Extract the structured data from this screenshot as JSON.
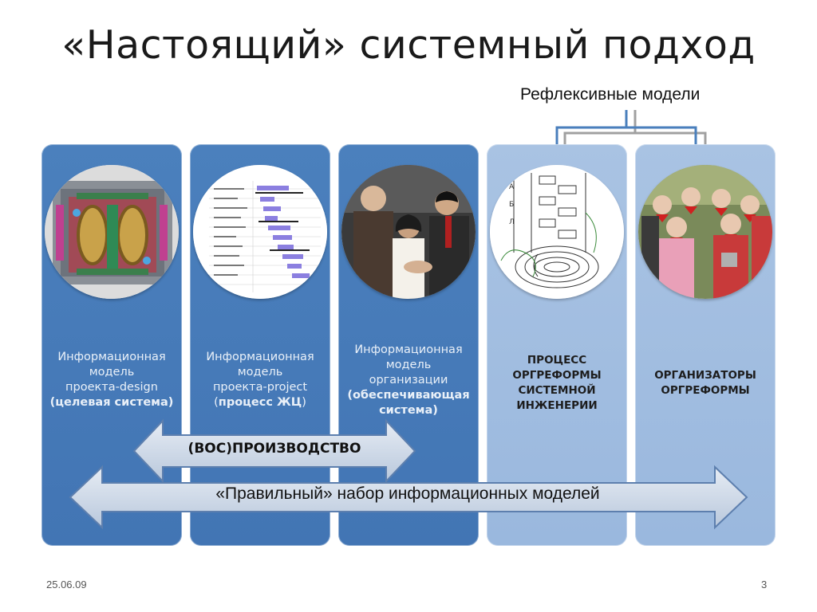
{
  "title": "«Настоящий» системный подход",
  "bracket_label": "Рефлексивные модели",
  "columns": [
    {
      "style": "dark",
      "image": "reactor-cutaway-image",
      "lines": [
        "Информационная",
        "модель",
        "проекта-design"
      ],
      "bold_line": "(целевая система)"
    },
    {
      "style": "dark",
      "image": "gantt-chart-image",
      "lines": [
        "Информационная",
        "модель",
        "проекта-project"
      ],
      "mixed_pre": "(",
      "mixed_bold": "процесс ЖЦ",
      "mixed_post": ")"
    },
    {
      "style": "dark",
      "image": "handshake-people-image",
      "lines": [
        "Информационная",
        "модель",
        "организации"
      ],
      "bold_lines": [
        "(обеспечивающая",
        "система)"
      ]
    },
    {
      "style": "light",
      "image": "process-diagram-image",
      "lines": [
        "ПРОЦЕСС",
        "ОРГРЕФОРМЫ",
        "СИСТЕМНОЙ",
        "ИНЖЕНЕРИИ"
      ]
    },
    {
      "style": "light",
      "image": "pioneers-group-image",
      "lines": [
        "ОРГАНИЗАТОРЫ",
        "ОРГРЕФОРМЫ"
      ]
    }
  ],
  "arrows": {
    "production_label": "(ВОС)ПРОИЗВОДСТВО",
    "models_label": "«Правильный» набор информационных моделей"
  },
  "footer": {
    "date": "25.06.09",
    "page_number": "3"
  },
  "colors": {
    "dark_column": "#4a7fbc",
    "light_column": "#a3bfe1",
    "arrow_fill": "#cfd9e8",
    "bracket_blue": "#4a7fbc",
    "bracket_gray": "#a0a0a0"
  }
}
